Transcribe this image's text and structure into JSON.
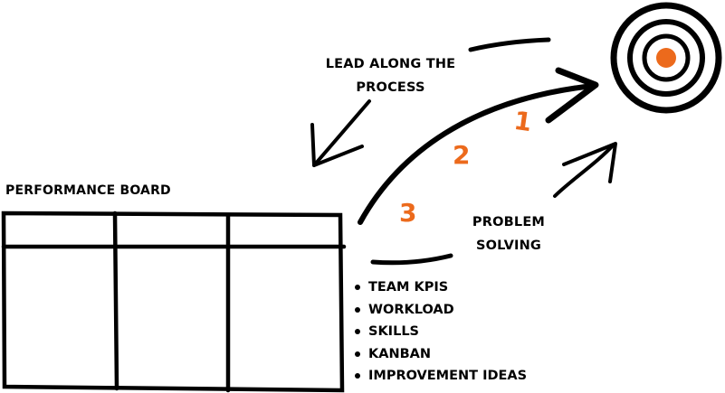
{
  "colors": {
    "ink": "#000000",
    "accent": "#ec6a1c",
    "background": "#ffffff"
  },
  "performance_board": {
    "title": "PERFORMANCE BOARD",
    "columns": 3,
    "rows": 2
  },
  "labels": {
    "lead_line1": "LEAD ALONG THE",
    "lead_line2": "PROCESS",
    "problem_line1": "PROBLEM",
    "problem_line2": "SOLVING"
  },
  "steps": [
    "1",
    "2",
    "3"
  ],
  "board_items": [
    "TEAM KPIS",
    "WORKLOAD",
    "SKILLS",
    "KANBAN",
    "IMPROVEMENT IDEAS"
  ],
  "icons": {
    "target": "target-icon"
  }
}
